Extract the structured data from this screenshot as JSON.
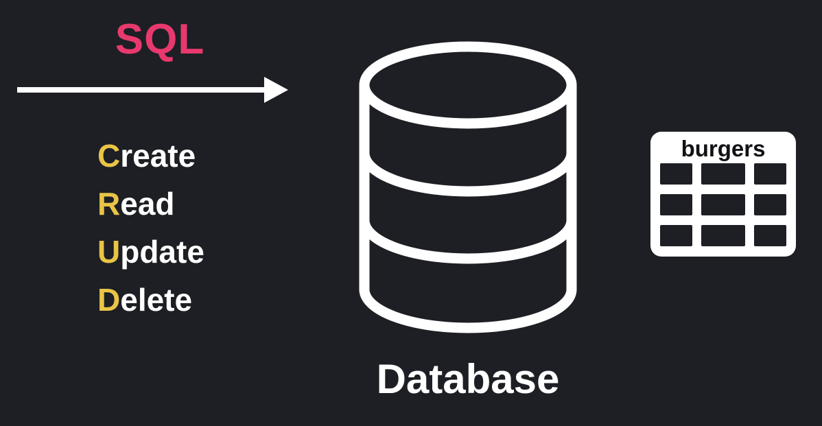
{
  "colors": {
    "bg": "#1d1f24",
    "fg": "#ffffff",
    "pink": "#e8396e",
    "yellow": "#e9c446",
    "cell": "#1d1f24",
    "ink": "#111215"
  },
  "sql": {
    "label": "SQL"
  },
  "arrow": {
    "icon": "right-arrow-icon",
    "color": "#ffffff"
  },
  "crud": {
    "items": [
      {
        "initial": "C",
        "rest": "reate"
      },
      {
        "initial": "R",
        "rest": "ead"
      },
      {
        "initial": "U",
        "rest": "pdate"
      },
      {
        "initial": "D",
        "rest": "elete"
      }
    ]
  },
  "database": {
    "label": "Database",
    "icon": "database-cylinder-icon"
  },
  "table": {
    "name": "burgers",
    "rows": 3,
    "cols": 3,
    "icon": "table-grid-icon"
  }
}
